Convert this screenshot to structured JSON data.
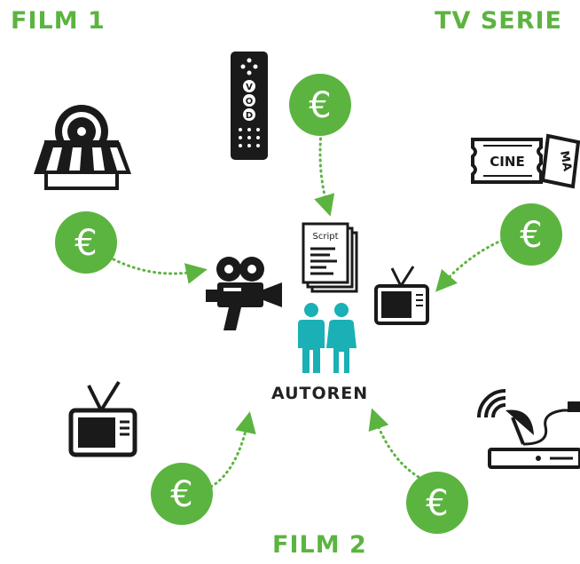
{
  "labels": {
    "film1": "FILM 1",
    "tv_serie": "TV SERIE",
    "film2": "FILM 2",
    "autoren": "AUTOREN"
  },
  "icon_text": {
    "remote_letters": [
      "V",
      "O",
      "D"
    ],
    "script_label": "Script",
    "ticket_left": "CINE",
    "ticket_right": "MA"
  },
  "coin_symbol": "€",
  "icons": [
    "dvd-shop-icon",
    "remote-vod-icon",
    "money-euro-icon",
    "cinema-ticket-icon",
    "script-icon",
    "movie-camera-icon",
    "authors-icon",
    "tv-icon",
    "satellite-receiver-icon"
  ],
  "colors": {
    "accent_green": "#5cb440",
    "people_teal": "#1ab0b5",
    "icon_dark": "#1a1a1a"
  }
}
